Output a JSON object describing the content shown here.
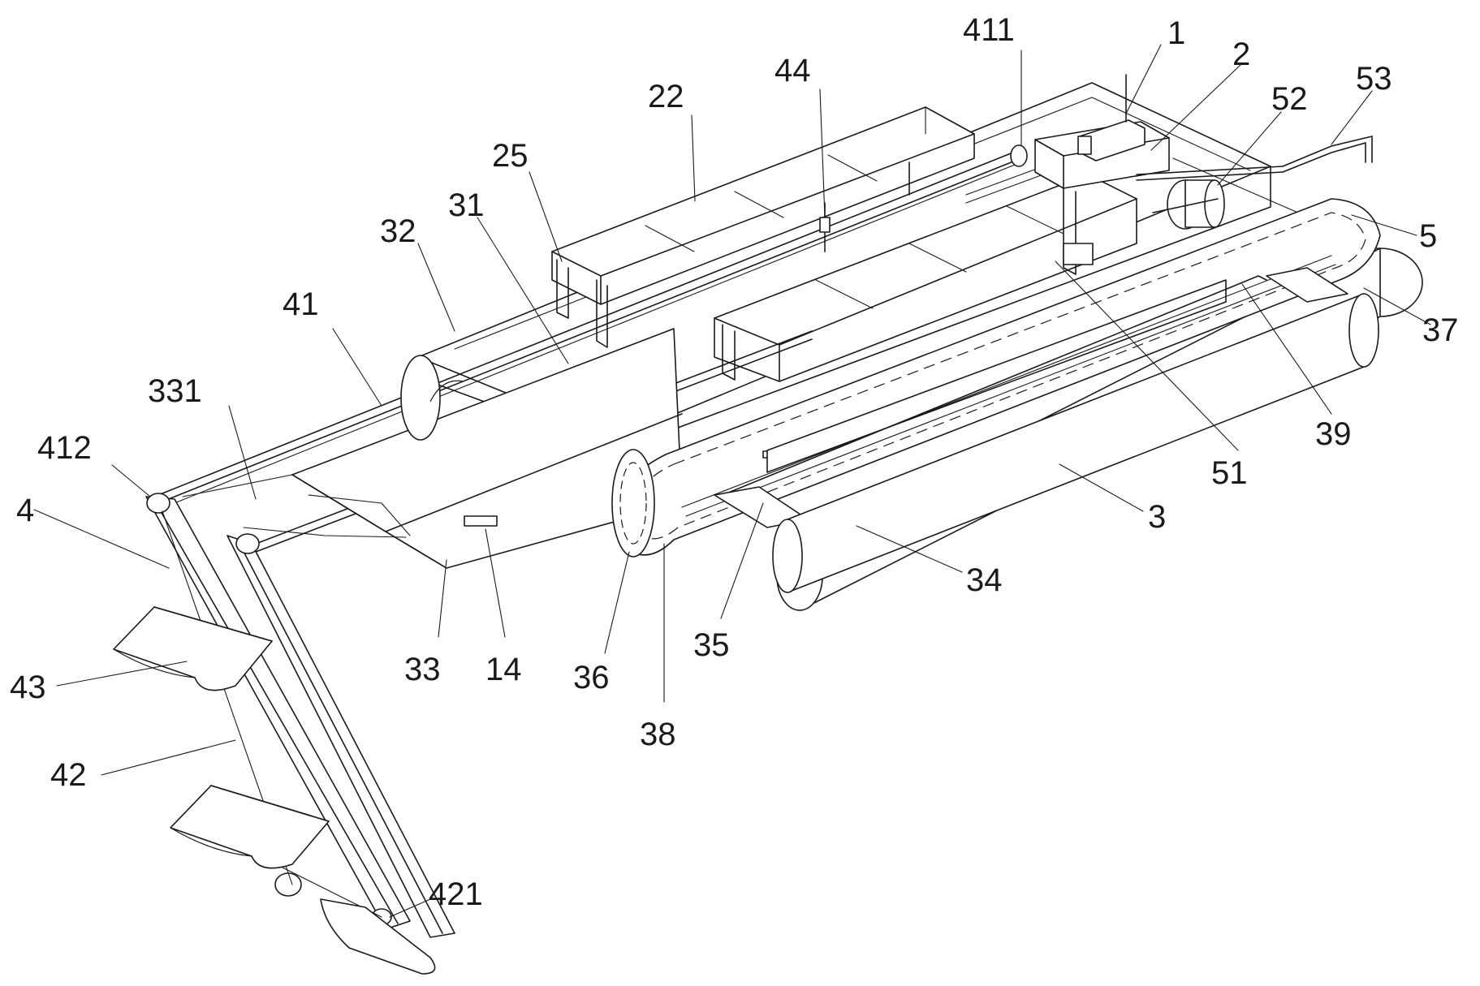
{
  "figure": {
    "colors": {
      "line": "#1a1a1a",
      "background": "#ffffff"
    },
    "labels": [
      {
        "id": "1",
        "text": "1"
      },
      {
        "id": "2",
        "text": "2"
      },
      {
        "id": "53",
        "text": "53"
      },
      {
        "id": "52",
        "text": "52"
      },
      {
        "id": "411",
        "text": "411"
      },
      {
        "id": "44",
        "text": "44"
      },
      {
        "id": "22",
        "text": "22"
      },
      {
        "id": "25",
        "text": "25"
      },
      {
        "id": "31",
        "text": "31"
      },
      {
        "id": "32",
        "text": "32"
      },
      {
        "id": "41",
        "text": "41"
      },
      {
        "id": "331",
        "text": "331"
      },
      {
        "id": "412",
        "text": "412"
      },
      {
        "id": "4",
        "text": "4"
      },
      {
        "id": "5",
        "text": "5"
      },
      {
        "id": "37",
        "text": "37"
      },
      {
        "id": "39",
        "text": "39"
      },
      {
        "id": "51",
        "text": "51"
      },
      {
        "id": "3",
        "text": "3"
      },
      {
        "id": "34",
        "text": "34"
      },
      {
        "id": "35",
        "text": "35"
      },
      {
        "id": "36",
        "text": "36"
      },
      {
        "id": "38",
        "text": "38"
      },
      {
        "id": "33",
        "text": "33"
      },
      {
        "id": "14",
        "text": "14"
      },
      {
        "id": "43",
        "text": "43"
      },
      {
        "id": "42",
        "text": "42"
      },
      {
        "id": "421",
        "text": "421"
      }
    ]
  }
}
